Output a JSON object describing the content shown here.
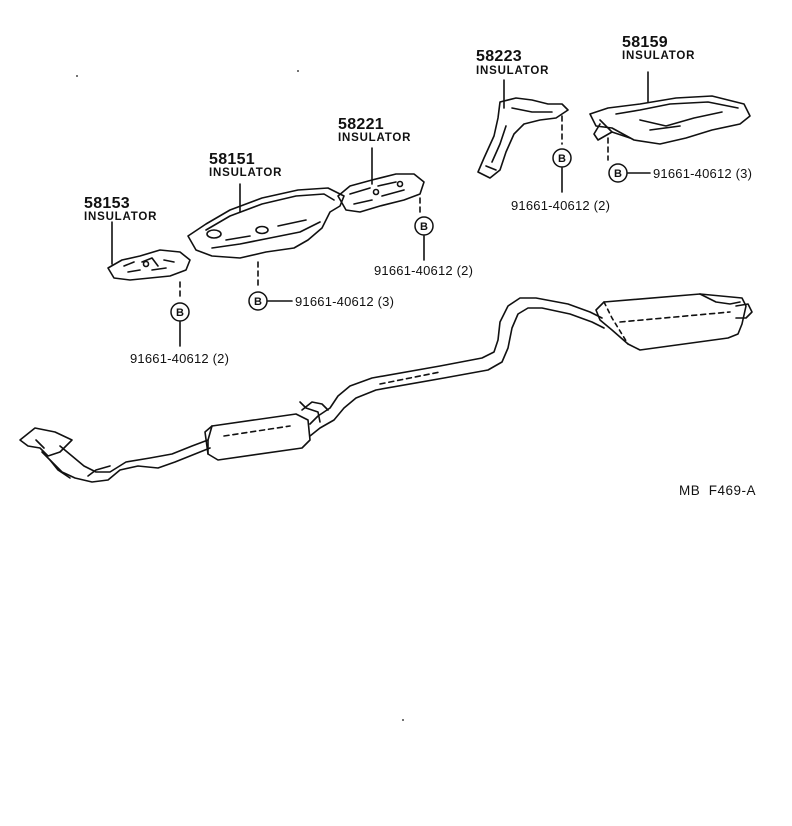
{
  "parts": [
    {
      "number": "58153",
      "name": "INSULATOR"
    },
    {
      "number": "58151",
      "name": "INSULATOR"
    },
    {
      "number": "58221",
      "name": "INSULATOR"
    },
    {
      "number": "58223",
      "name": "INSULATOR"
    },
    {
      "number": "58159",
      "name": "INSULATOR"
    }
  ],
  "bolt_symbol": "B",
  "bolt_callouts": [
    {
      "part": "91661-40612",
      "qty": "(2)"
    },
    {
      "part": "91661-40612",
      "qty": "(3)"
    },
    {
      "part": "91661-40612",
      "qty": "(2)"
    },
    {
      "part": "91661-40612",
      "qty": "(2)"
    },
    {
      "part": "91661-40612",
      "qty": "(3)"
    }
  ],
  "figure_code": "MB  F469-A"
}
